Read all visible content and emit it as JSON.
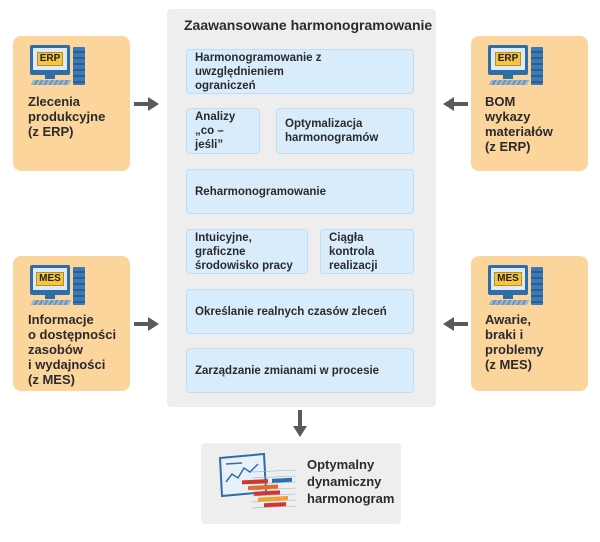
{
  "panel": {
    "title": "Zaawansowane harmonogramowanie",
    "cards": [
      "Harmonogramowanie z uwzględnieniem\nograniczeń",
      "Analizy\n„co – jeśli”",
      "Optymalizacja\nharmonogramów",
      "Reharmonogramowanie",
      "Intuicyjne, graficzne\nśrodowisko pracy",
      "Ciągła kontrola\nrealizacji",
      "Określanie realnych czasów zleceń",
      "Zarządzanie zmianami w procesie"
    ]
  },
  "inputs": {
    "top_left": {
      "tag": "ERP",
      "label": "Zlecenia\nprodukcyjne\n(z ERP)"
    },
    "top_right": {
      "tag": "ERP",
      "label": "BOM\nwykazy\nmateriałów\n(z ERP)"
    },
    "bottom_left": {
      "tag": "MES",
      "label": "Informacje\no dostępności\nzasobów\ni wydajności\n(z MES)"
    },
    "bottom_right": {
      "tag": "MES",
      "label": "Awarie,\nbraki i problemy\n(z MES)"
    }
  },
  "output": {
    "label": "Optymalny\ndynamiczny\nharmonogram"
  },
  "colors": {
    "input_box": "#fbd59c",
    "panel": "#eeeeee",
    "card": "#d9ecfb",
    "arrow": "#5a5a5a"
  }
}
